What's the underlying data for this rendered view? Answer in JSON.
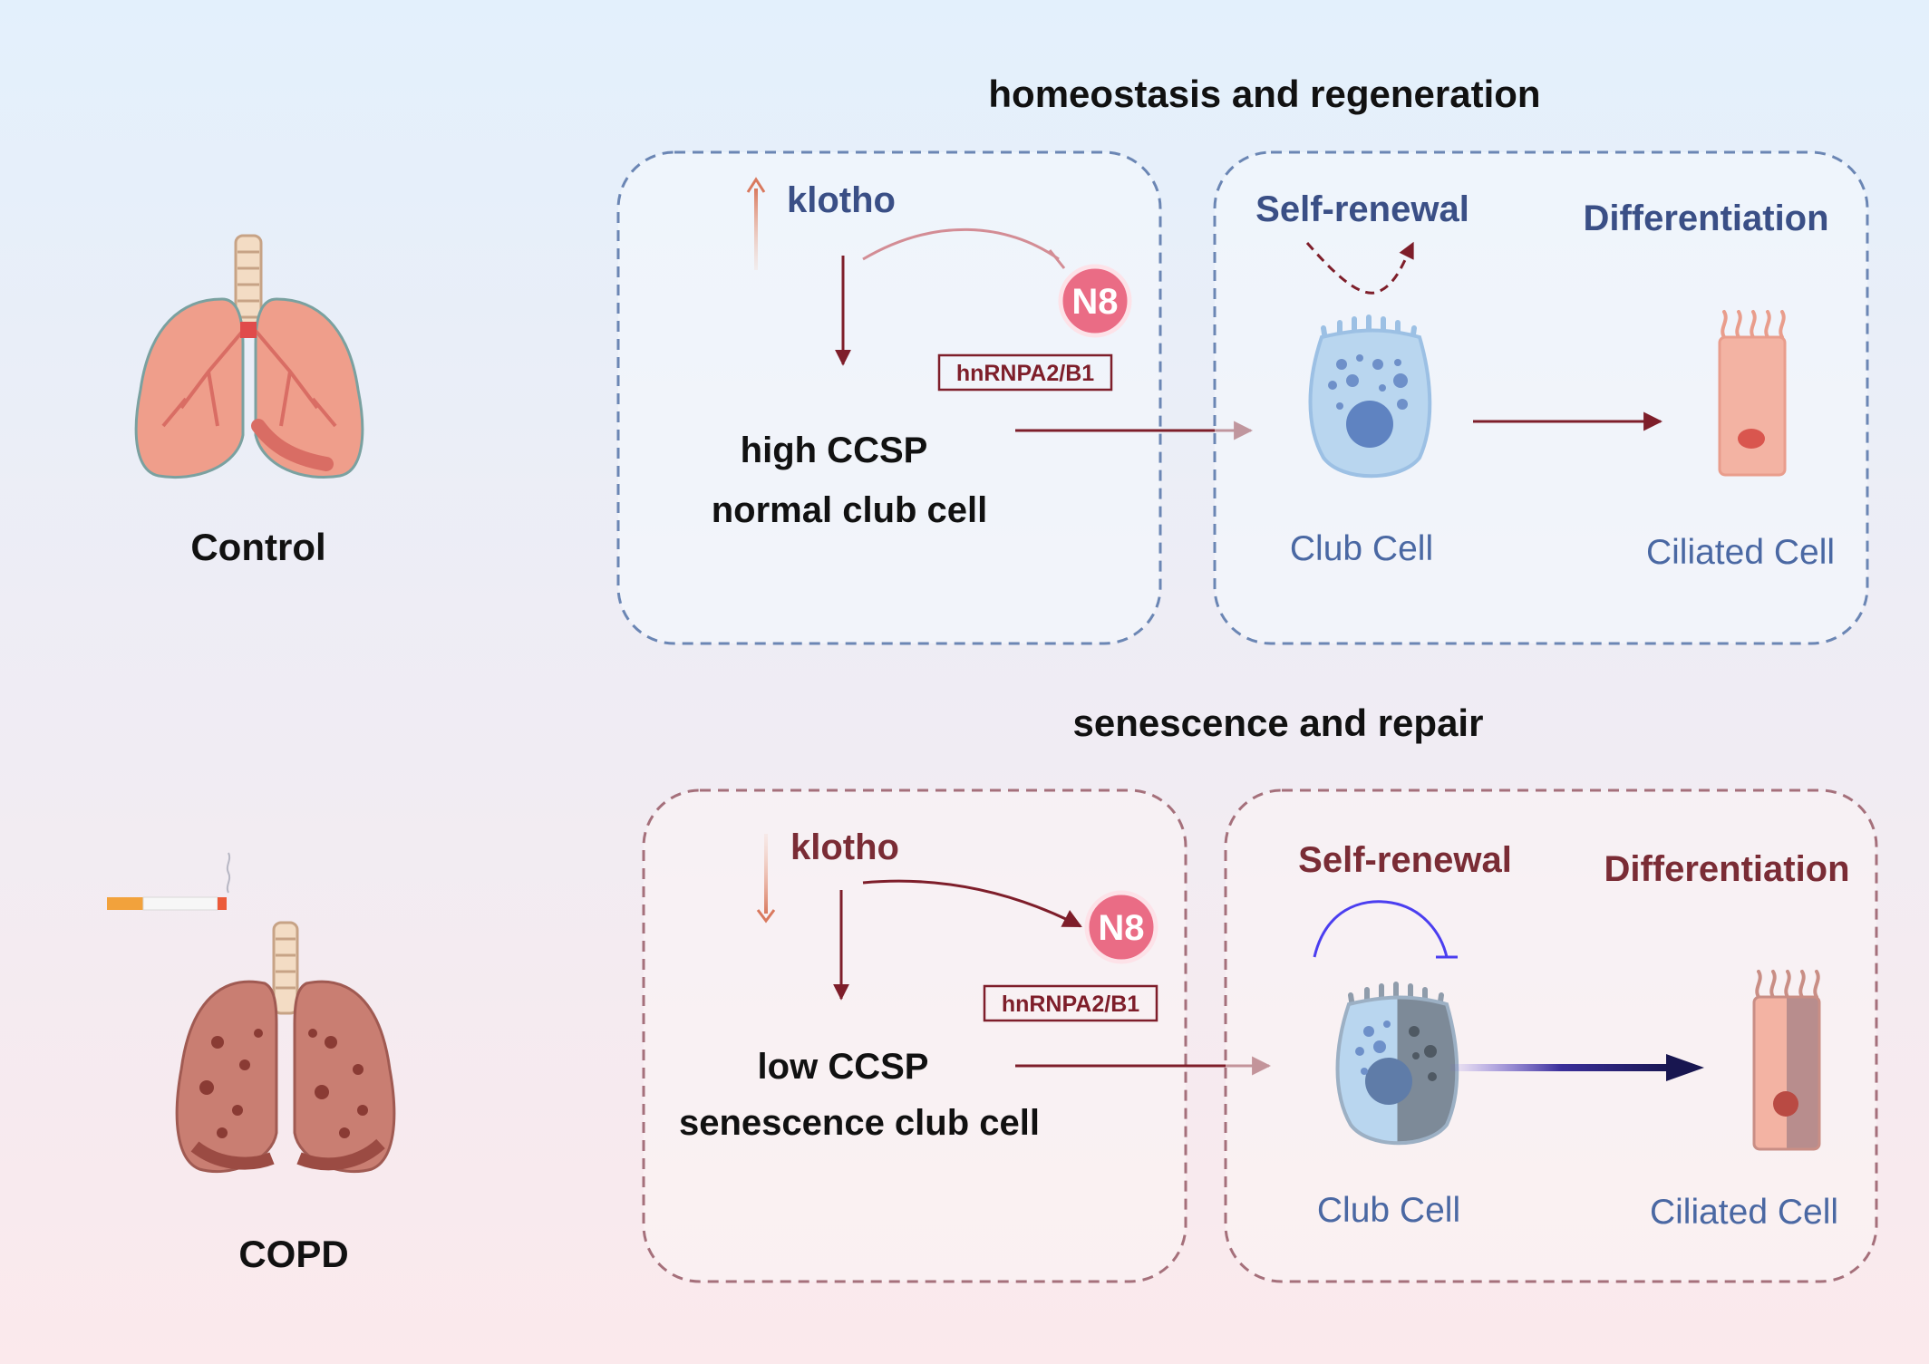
{
  "colors": {
    "bg_top": "#e3f0fc",
    "bg_bottom": "#fbe9ec",
    "control_box": "#6b86b4",
    "copd_box": "#a5707b",
    "navy_text": "#3a4f86",
    "maroon_text": "#7a2c35",
    "blue_label": "#4a68a3",
    "arrow": "#7e1e2a",
    "inhibit_blue": "#4b3ef0",
    "n8_fill": "#ea6c85",
    "dark_gradient_arrow": "#1c1a5c"
  },
  "control": {
    "label": "Control",
    "icon": "healthy-lungs-icon",
    "title": "homeostasis and regeneration",
    "klotho": "klotho",
    "klotho_trend": "up-arrow-icon",
    "n8": "N8",
    "hnrnp": "hnRNPA2/B1",
    "ccsp": "high CCSP",
    "cell_state": "normal club cell",
    "self_renewal": "Self-renewal",
    "differentiation": "Differentiation",
    "club_cell": "Club Cell",
    "ciliated_cell": "Ciliated Cell"
  },
  "copd": {
    "label": "COPD",
    "icon": "diseased-lungs-icon",
    "smoke_icon": "cigarette-icon",
    "title": "senescence and repair",
    "klotho": "klotho",
    "klotho_trend": "down-arrow-icon",
    "n8": "N8",
    "hnrnp": "hnRNPA2/B1",
    "ccsp": "low CCSP",
    "cell_state": "senescence club cell",
    "self_renewal": "Self-renewal",
    "differentiation": "Differentiation",
    "club_cell": "Club Cell",
    "ciliated_cell": "Ciliated Cell"
  }
}
